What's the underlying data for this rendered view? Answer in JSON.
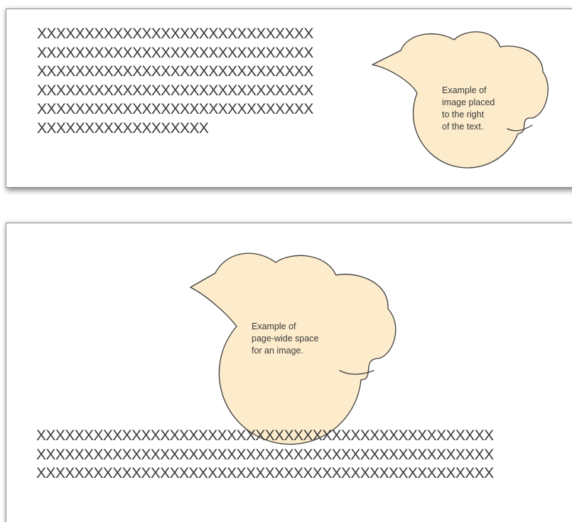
{
  "panel_top": {
    "text_lines": [
      "XXXXXXXXXXXXXXXXXXXXXXXXXXXXX",
      "XXXXXXXXXXXXXXXXXXXXXXXXXXXXX",
      "XXXXXXXXXXXXXXXXXXXXXXXXXXXXX",
      "XXXXXXXXXXXXXXXXXXXXXXXXXXXXX",
      "XXXXXXXXXXXXXXXXXXXXXXXXXXXXX",
      "XXXXXXXXXXXXXXXXXX"
    ],
    "caption_lines": [
      "Example of",
      "image placed",
      "to the right",
      "of the text."
    ]
  },
  "panel_bottom": {
    "caption_lines": [
      "Example of",
      "page-wide space",
      "for an image."
    ],
    "text_lines": [
      "XXXXXXXXXXXXXXXXXXXXXXXXXXXXXXXXXXXXXXXXXXXXXXXX",
      "XXXXXXXXXXXXXXXXXXXXXXXXXXXXXXXXXXXXXXXXXXXXXXXX",
      "XXXXXXXXXXXXXXXXXXXXXXXXXXXXXXXXXXXXXXXXXXXXXXXX"
    ]
  },
  "colors": {
    "bird_fill": "#fdeccb",
    "bird_stroke": "#3c3c3c",
    "text": "#3a3a3a"
  }
}
